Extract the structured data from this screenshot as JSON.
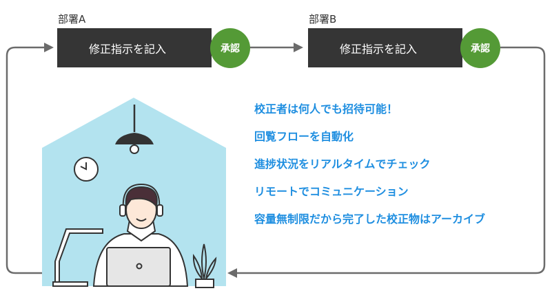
{
  "departments": [
    {
      "label": "部署A",
      "action": "修正指示を記入",
      "approve": "承認"
    },
    {
      "label": "部署B",
      "action": "修正指示を記入",
      "approve": "承認"
    }
  ],
  "features": [
    "校正者は何人でも招待可能！",
    "回覧フローを自動化",
    "進捗状況をリアルタイムでチェック",
    "リモートでコミュニケーション",
    "容量無制限だから完了した校正物はアーカイブ"
  ],
  "colors": {
    "box": "#353535",
    "approve": "#549a36",
    "feature_text": "#1e8ee0",
    "house": "#b3e3ef",
    "line": "#666666"
  }
}
